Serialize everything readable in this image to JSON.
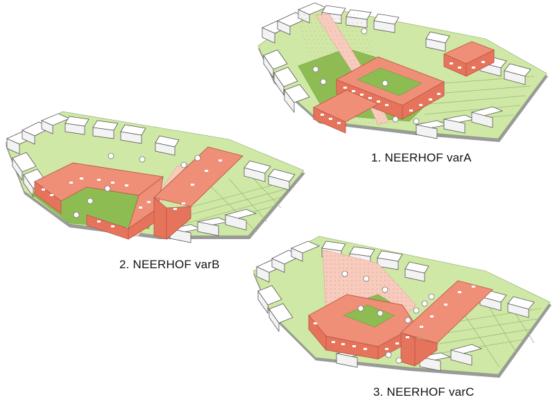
{
  "captions": {
    "var_a": "1. NEERHOF varA",
    "var_b": "2. NEERHOF varB",
    "var_c": "3. NEERHOF varC"
  },
  "colors": {
    "new_building": "#f08f78",
    "courtyard": "#8dbd52",
    "garden": "#cfe8a6",
    "existing_building": "#ffffff",
    "pedestrian_path": "#f7cbbd"
  },
  "icons": {
    "tree": "tree-icon"
  }
}
